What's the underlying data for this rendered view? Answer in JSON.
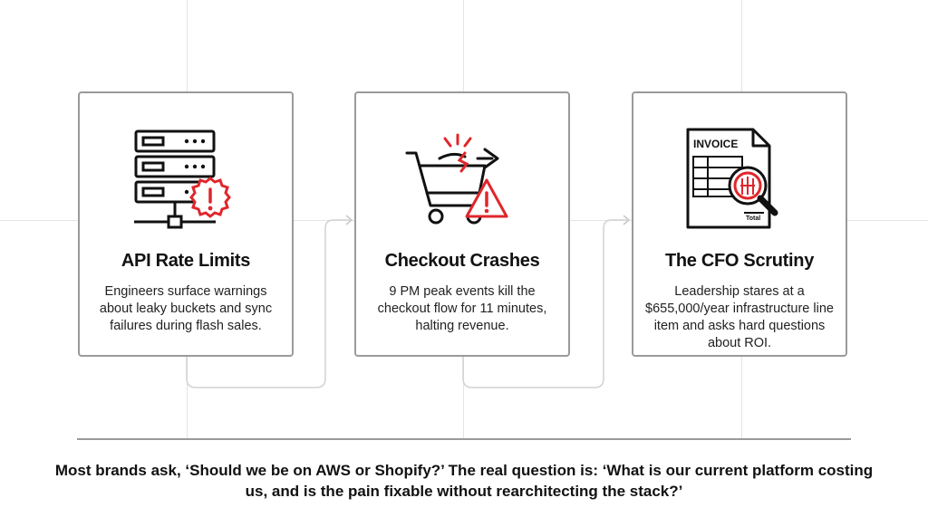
{
  "cards": [
    {
      "title": "API Rate Limits",
      "description": "Engineers surface warnings about leaky buckets and sync failures during flash sales.",
      "icon": "server-warning-icon"
    },
    {
      "title": "Checkout Crashes",
      "description": "9 PM peak events kill the checkout flow for 11 minutes, halting revenue.",
      "icon": "cart-crash-icon"
    },
    {
      "title": "The CFO Scrutiny",
      "description": "Leadership stares at a $655,000/year infrastructure line item and asks hard questions about ROI.",
      "icon": "invoice-magnifier-icon",
      "invoice_label": "INVOICE",
      "total_label": "Total"
    }
  ],
  "bottom_text": "Most brands ask, ‘Should we be on AWS or Shopify?’ The real question is: ‘What is our current platform costing us, and is the pain fixable without rearchitecting the stack?’",
  "colors": {
    "accent": "#e0262b",
    "border": "#9a9a9a",
    "grid": "#e4e4e4",
    "text": "#111111"
  }
}
